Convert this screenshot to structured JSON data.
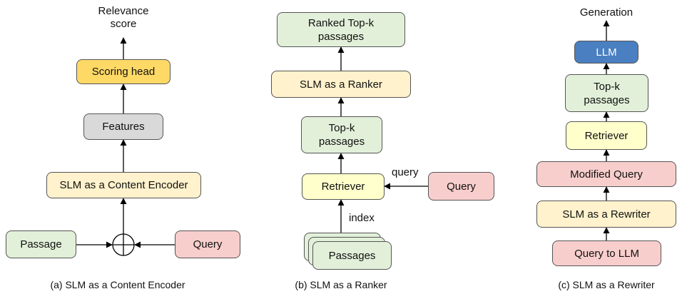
{
  "panel_a": {
    "output_label": "Relevance\nscore",
    "scoring_head": "Scoring head",
    "features": "Features",
    "encoder": "SLM as a Content Encoder",
    "passage": "Passage",
    "query": "Query",
    "caption": "(a) SLM as a Content Encoder"
  },
  "panel_b": {
    "ranked": "Ranked Top-k\npassages",
    "ranker": "SLM as a Ranker",
    "topk": "Top-k\npassages",
    "retriever": "Retriever",
    "query": "Query",
    "query_edge_label": "query",
    "index_edge_label": "index",
    "passages": "Passages",
    "caption": "(b) SLM as a Ranker"
  },
  "panel_c": {
    "output_label": "Generation",
    "llm": "LLM",
    "topk": "Top-k\npassages",
    "retriever": "Retriever",
    "modified_query": "Modified Query",
    "rewriter": "SLM as a Rewriter",
    "query_to_llm": "Query to LLM",
    "caption": "(c) SLM as a Rewriter"
  },
  "colors": {
    "slm_box": "#fff2cc",
    "scoring_head": "#ffd966",
    "features": "#d9d9d9",
    "passage_box": "#e2f0d9",
    "query_box": "#f8cecc",
    "retriever": "#ffffcc",
    "llm": "#4a7fc1",
    "arrow": "#000000"
  }
}
